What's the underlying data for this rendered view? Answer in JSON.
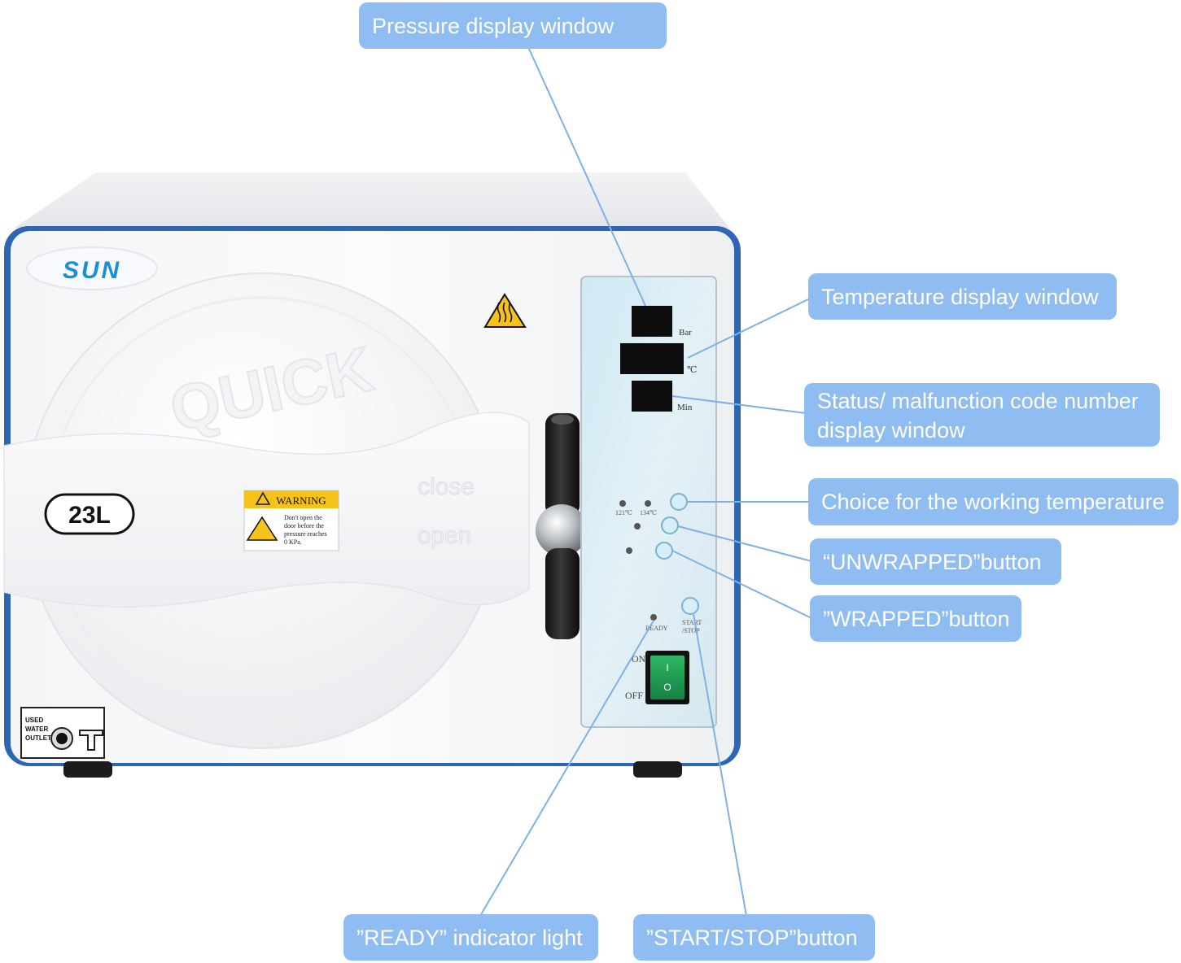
{
  "brand": "SUN",
  "capacity": "23L",
  "lid_text": "QUICK",
  "door_close_text": "close",
  "door_open_text": "open",
  "warning": {
    "title": "WARNING",
    "lines": [
      "Don't open the",
      "door before the",
      "pressure reaches",
      "0 KPa."
    ]
  },
  "outlet": {
    "lines": [
      "USED",
      "WATER",
      "OUTLET"
    ]
  },
  "panel": {
    "unit_bar": "Bar",
    "unit_temp": "℃",
    "unit_min": "Min",
    "temp_121": "121℃",
    "temp_134": "134℃",
    "ready": "READY",
    "start_stop_1": "START",
    "start_stop_2": "/STOP",
    "on": "ON",
    "off": "OFF",
    "switch_on_mark": "I",
    "switch_off_mark": "O"
  },
  "callouts": {
    "pressure": "Pressure display window",
    "temperature": "Temperature display window",
    "status_line1": "Status/ malfunction code number",
    "status_line2": "display window",
    "choice_temp": "Choice for the working temperature",
    "unwrapped": "“UNWRAPPED”button",
    "wrapped": "”WRAPPED”button",
    "ready": "”READY” indicator light",
    "start_stop": "”START/STOP”button"
  },
  "colors": {
    "callout_bg": "#8fbdf2",
    "leader_line": "#7fb0e6",
    "trim_blue": "#2f66b3",
    "panel_bg": "#dcecf3",
    "switch_green": "#1f9a4e",
    "warning_yellow": "#f6c21c"
  }
}
